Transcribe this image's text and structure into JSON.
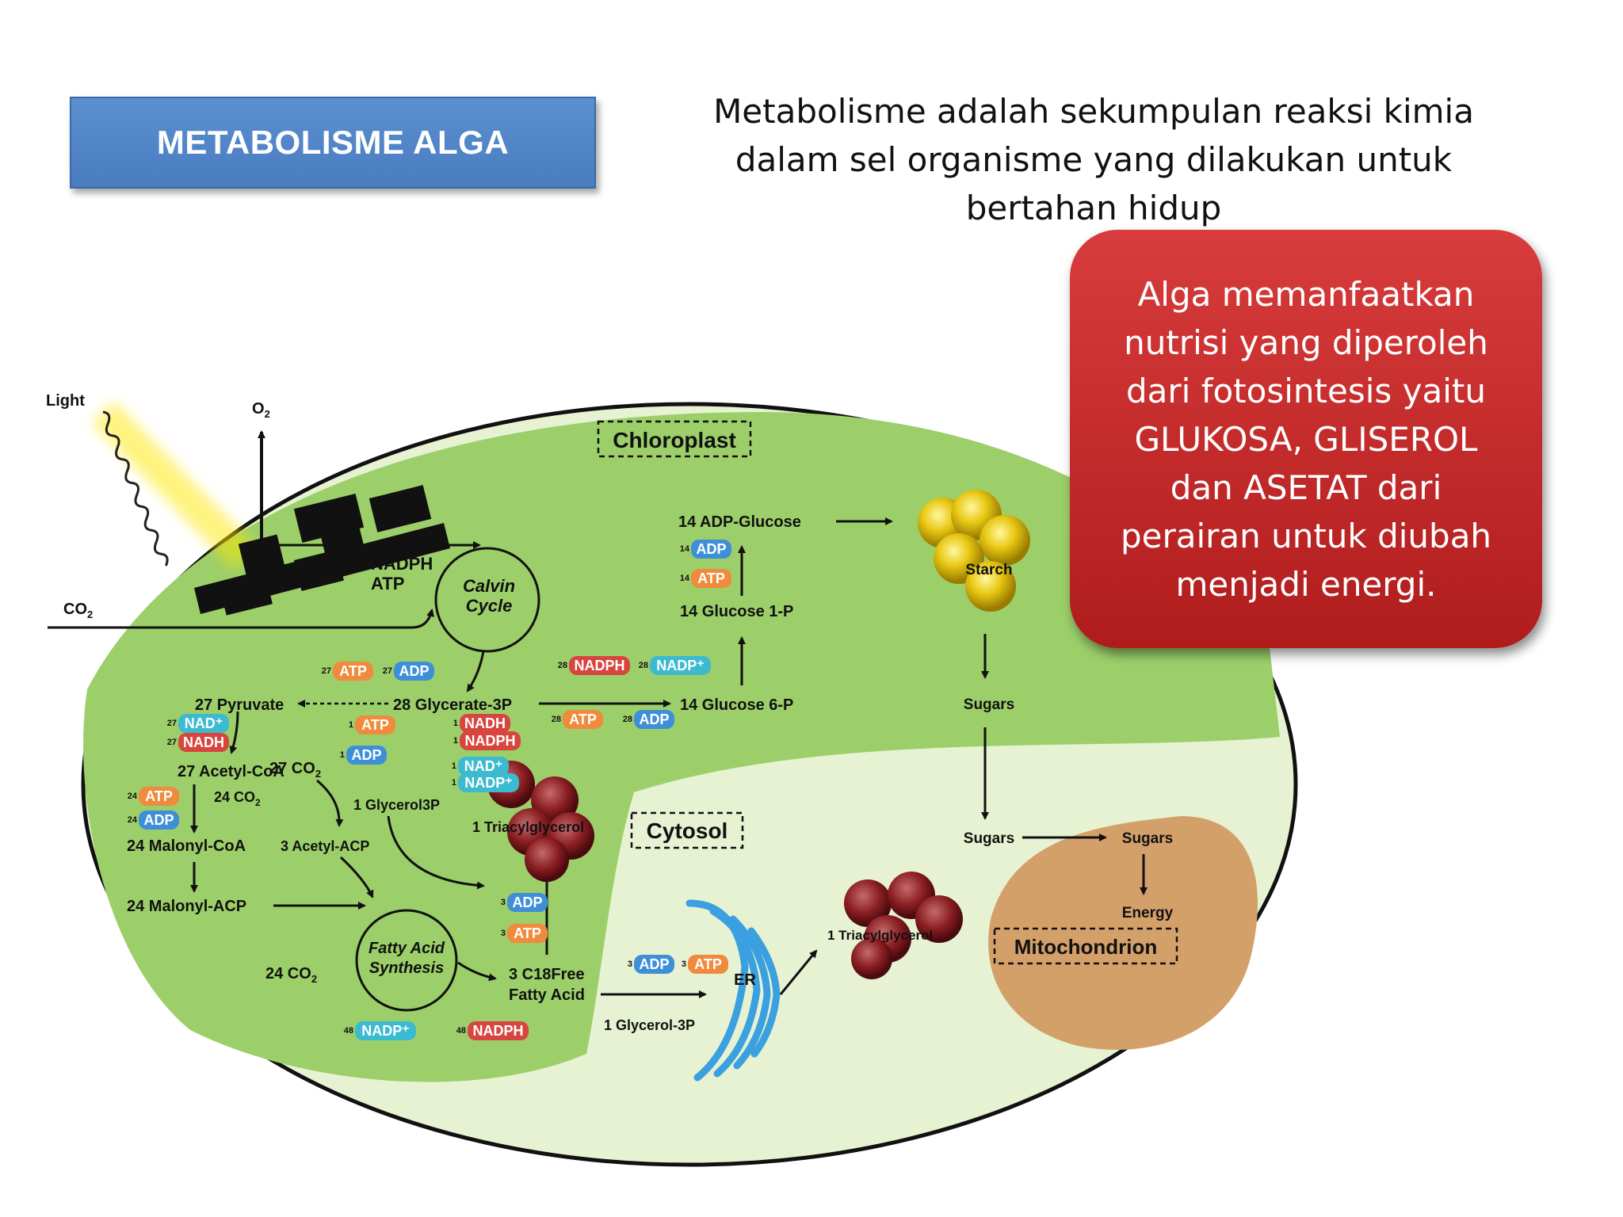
{
  "slide": {
    "title": "METABOLISME ALGA",
    "subtitle": "Metabolisme adalah sekumpulan reaksi kimia dalam sel organisme yang dilakukan untuk bertahan hidup",
    "callout": "Alga memanfaatkan nutrisi yang diperoleh dari fotosintesis yaitu GLUKOSA, GLISEROL dan ASETAT dari perairan untuk diubah menjadi energi."
  },
  "diagram": {
    "compartments": {
      "chloroplast": "Chloroplast",
      "cytosol": "Cytosol",
      "mitochondrion": "Mitochondrion",
      "er": "ER"
    },
    "inputs": {
      "light": "Light",
      "o2": "O",
      "o2_sub": "2",
      "co2": "CO",
      "co2_sub": "2"
    },
    "calvin": {
      "label1": "Calvin",
      "label2": "Cycle",
      "nadph": "NADPH",
      "atp": "ATP"
    },
    "fas": {
      "label1": "Fatty Acid",
      "label2": "Synthesis"
    },
    "nodes": {
      "adp_glucose": "14 ADP-Glucose",
      "glucose_1p": "14 Glucose 1-P",
      "glucose_6p": "14 Glucose 6-P",
      "starch": "Starch",
      "sugars_chl": "Sugars",
      "sugars_cyt": "Sugars",
      "sugars_mito": "Sugars",
      "energy": "Energy",
      "pyruvate": "27 Pyruvate",
      "glycerate": "28 Glycerate-3P",
      "co2_27": "27 CO",
      "acetyl_coa": "27 Acetyl-CoA",
      "co2_24a": "24 CO",
      "glycerol3p": "1 Glycerol3P",
      "malonyl_coa": "24 Malonyl-CoA",
      "acetyl_acp": "3 Acetyl-ACP",
      "malonyl_acp": "24 Malonyl-ACP",
      "co2_24b": "24 CO",
      "c18_1": "3 C18Free",
      "c18_2": "Fatty Acid",
      "glycerol_3p_b": "1 Glycerol-3P",
      "tag_chl": "1 Triacylglycerol",
      "tag_cyt": "1 Triacylglycerol"
    },
    "cofactors": {
      "adp14": {
        "n": "14",
        "label": "ADP"
      },
      "atp14": {
        "n": "14",
        "label": "ATP"
      },
      "nadph28": {
        "n": "28",
        "label": "NADPH"
      },
      "nadp28": {
        "n": "28",
        "label": "NADP⁺"
      },
      "atp27": {
        "n": "27",
        "label": "ATP"
      },
      "adp27": {
        "n": "27",
        "label": "ADP"
      },
      "atp28": {
        "n": "28",
        "label": "ATP"
      },
      "adp28": {
        "n": "28",
        "label": "ADP"
      },
      "nad27": {
        "n": "27",
        "label": "NAD⁺"
      },
      "nadh27": {
        "n": "27",
        "label": "NADH"
      },
      "atp1": {
        "n": "1",
        "label": "ATP"
      },
      "adp1": {
        "n": "1",
        "label": "ADP"
      },
      "nadh1": {
        "n": "1",
        "label": "NADH"
      },
      "nadph1": {
        "n": "1",
        "label": "NADPH"
      },
      "nad1": {
        "n": "1",
        "label": "NAD⁺"
      },
      "nadp1": {
        "n": "1",
        "label": "NADP⁺"
      },
      "atp24": {
        "n": "24",
        "label": "ATP"
      },
      "adp24": {
        "n": "24",
        "label": "ADP"
      },
      "adp3a": {
        "n": "3",
        "label": "ADP"
      },
      "atp3a": {
        "n": "3",
        "label": "ATP"
      },
      "adp3b": {
        "n": "3",
        "label": "ADP"
      },
      "atp3b": {
        "n": "3",
        "label": "ATP"
      },
      "nadp48": {
        "n": "48",
        "label": "NADP⁺"
      },
      "nadph48": {
        "n": "48",
        "label": "NADPH"
      }
    },
    "colors": {
      "cell": "#dfeec8",
      "chloroplast": "#9bcf68",
      "mito": "#d4a06a",
      "atp": "#f08a3c",
      "adp": "#3f8fd8",
      "nadh": "#d8453f",
      "nadp": "#3bbad0"
    }
  }
}
